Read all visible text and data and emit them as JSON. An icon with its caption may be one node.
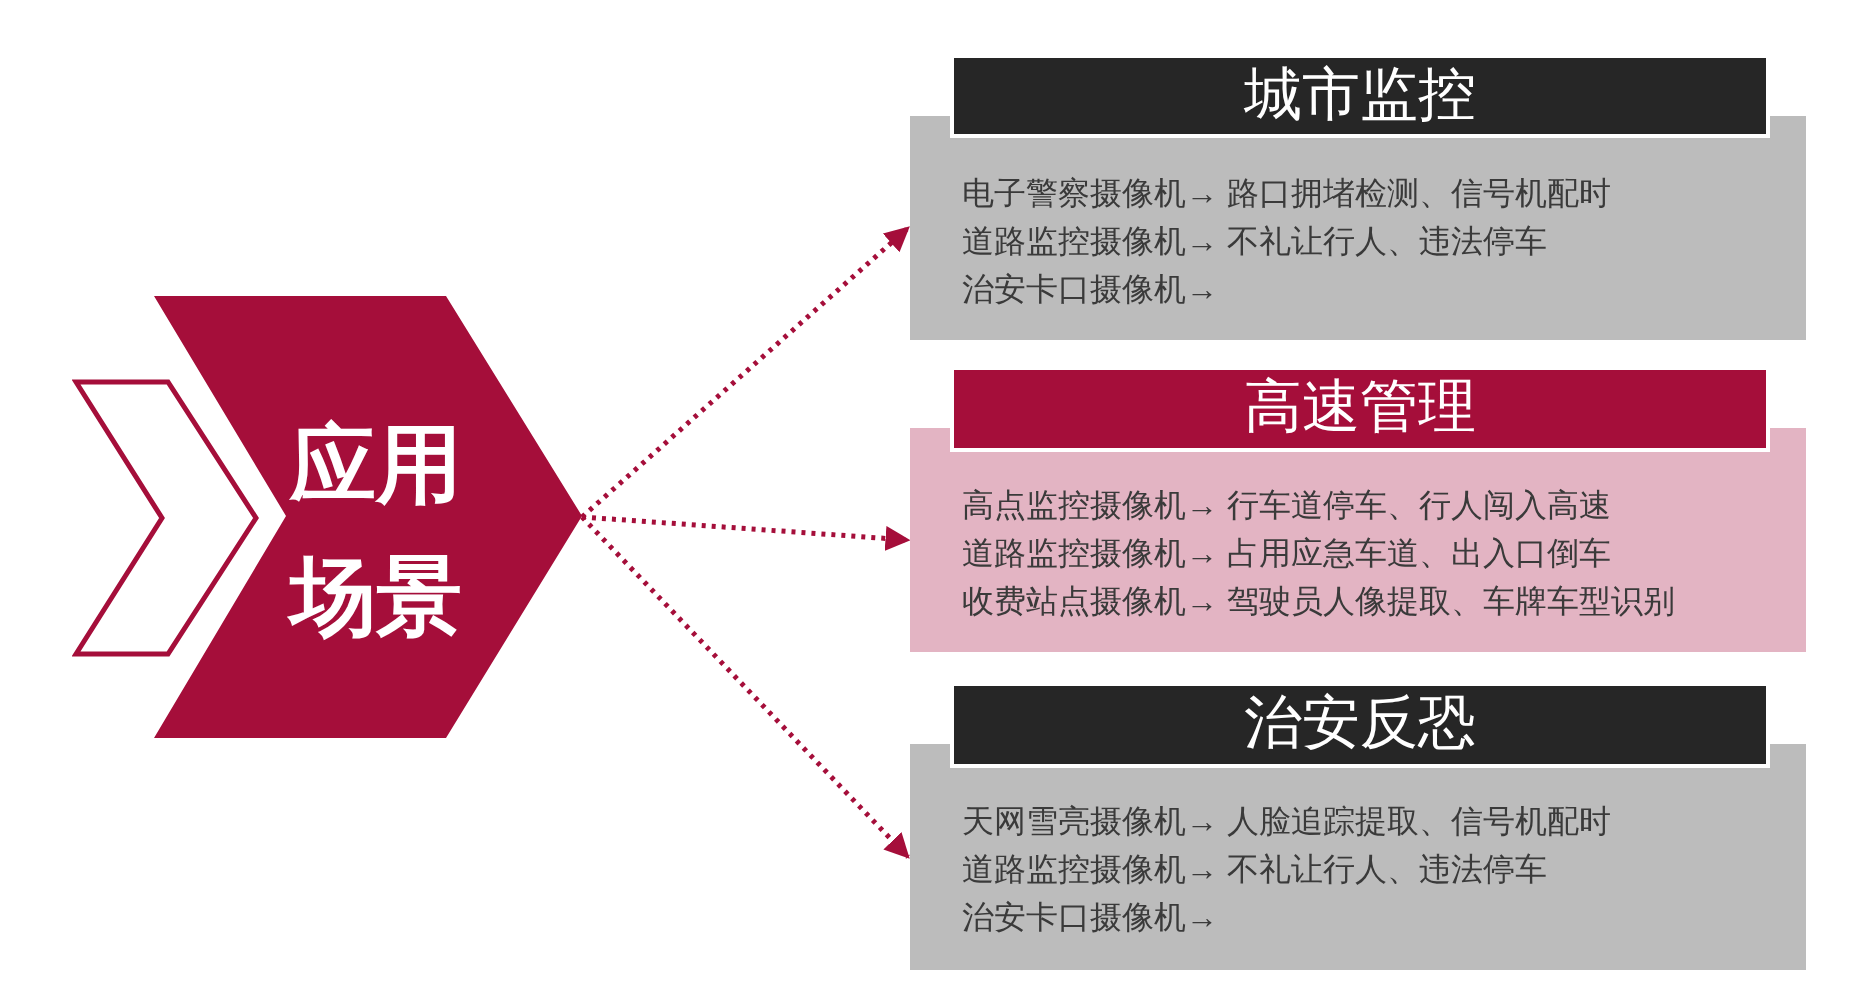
{
  "diagram": {
    "nodes": [
      {
        "text": [],
        "shape": "chevron"
      },
      {
        "text": [
          "应用场景"
        ]
      },
      {
        "text": [
          "城市监控"
        ]
      },
      {
        "text": [
          "电子警察摄像机→ 路口拥堵检测、信号机配时",
          "道路监控摄像机→ 不礼让行人、违法停车",
          "治安卡口摄像机→"
        ]
      },
      {
        "text": [
          "高速管理"
        ]
      },
      {
        "text": [
          "高点监控摄像机→ 行车道停车、行人闯入高速",
          "道路监控摄像机→ 占用应急车道、出入口倒车",
          "收费站点摄像机→ 驾驶员人像提取、车牌车型识别"
        ]
      },
      {
        "text": [
          "治安反恐"
        ]
      },
      {
        "text": [
          "天网雪亮摄像机→ 人脸追踪提取、信号机配时",
          "道路监控摄像机→ 不礼让行人、违法停车",
          "治安卡口摄像机→"
        ]
      }
    ],
    "edges": [
      {
        "from": 1,
        "to": 3,
        "arrow": "to"
      },
      {
        "from": 1,
        "to": 5,
        "arrow": "to"
      },
      {
        "from": 1,
        "to": 7,
        "arrow": "to"
      }
    ]
  }
}
